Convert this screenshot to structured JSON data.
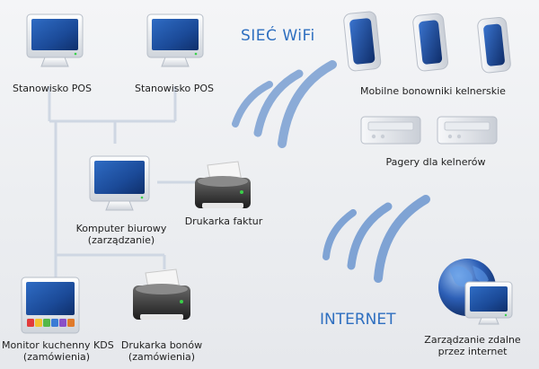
{
  "labels": {
    "pos1": "Stanowisko POS",
    "pos2": "Stanowisko POS",
    "wifi_title": "SIEĆ WiFi",
    "mobile": "Mobilne bonowniki kelnerskie",
    "pagers": "Pagery dla kelnerów",
    "office_line1": "Komputer biurowy",
    "office_line2": "(zarządzanie)",
    "invoice_printer": "Drukarka faktur",
    "internet_title": "INTERNET",
    "remote_line1": "Zarządzanie zdalne",
    "remote_line2": "przez internet",
    "kds_line1": "Monitor kuchenny KDS",
    "kds_line2": "(zamówienia)",
    "ticket_printer_line1": "Drukarka bonów",
    "ticket_printer_line2": "(zamówienia)"
  },
  "colors": {
    "screen": "#1f4f9c",
    "accent": "#2e6fc0",
    "line": "#cfd7e3",
    "wave": "#7fa3d4"
  },
  "kds_keys": [
    "#e23b3b",
    "#f2c230",
    "#55b848",
    "#3a7bd5",
    "#8a4fc7",
    "#e07a2b"
  ]
}
